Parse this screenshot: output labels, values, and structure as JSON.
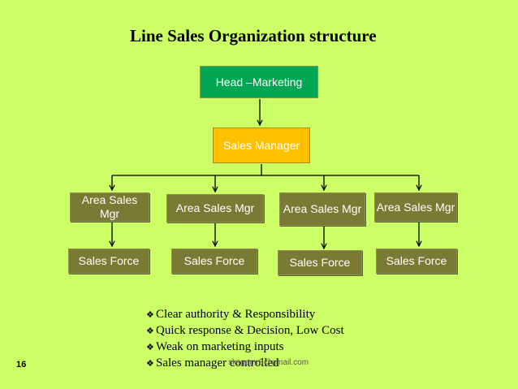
{
  "title": "Line Sales Organization structure",
  "nodes": {
    "head": "Head –Marketing",
    "manager": "Sales Manager",
    "area_managers": [
      "Area Sales Mgr",
      "Area Sales Mgr",
      "Area Sales Mgr",
      "Area Sales Mgr"
    ],
    "sales_forces": [
      "Sales Force",
      "Sales Force",
      "Sales Force",
      "Sales Force"
    ]
  },
  "bullets": [
    "Clear authority & Responsibility",
    "Quick response & Decision, Low Cost",
    "Weak on marketing inputs",
    "Sales manager controlled"
  ],
  "bullet_icon": "diamond-bullet-icon",
  "slide_number": "16",
  "watermark": "sksgemr8@gmail.com",
  "colors": {
    "background": "#ccff66",
    "head_box": "#00a651",
    "manager_box": "#ffc000",
    "area_box": "#7a7a34",
    "connector": "#000000"
  }
}
